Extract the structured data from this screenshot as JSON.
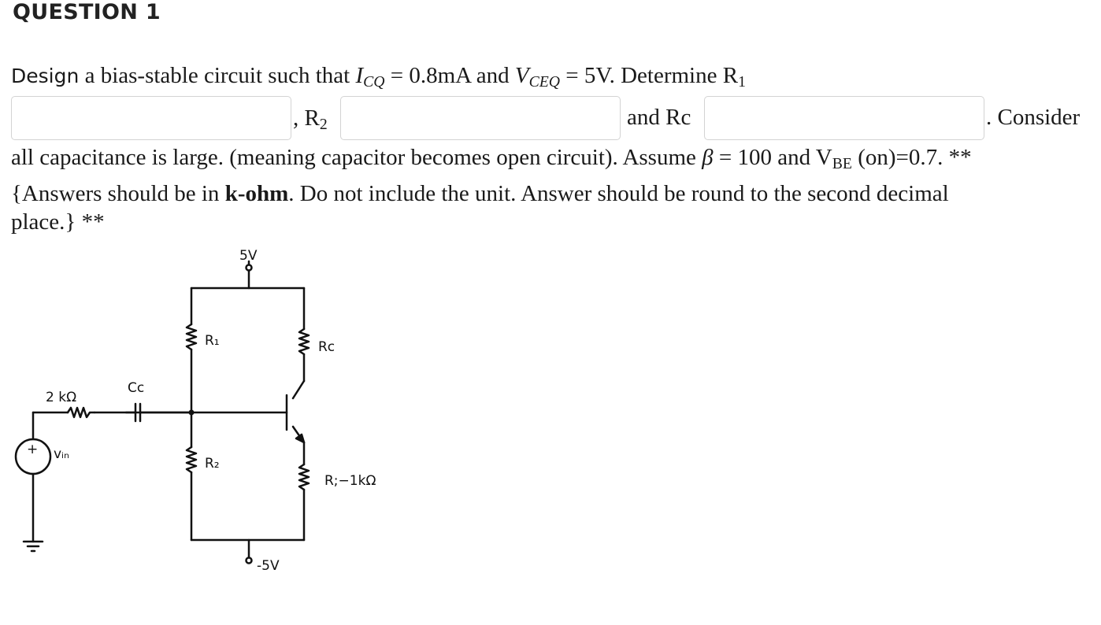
{
  "question": {
    "title": "QUESTION 1",
    "line1": {
      "lead": "Design",
      "text1": " a bias-stable circuit such that ",
      "icq_symbol": "I",
      "icq_sub": "CQ",
      "text2": " = 0.8mA and ",
      "vceq_symbol": "V",
      "vceq_sub": "CEQ",
      "text3": " = 5V. Determine R",
      "r1_sub": "1"
    },
    "line2": {
      "after_r1": ", R",
      "r2_sub": "2",
      "after_r2": "and Rc",
      "after_rc": ". Consider"
    },
    "line3": {
      "text1": "all capacitance is large. (meaning capacitor becomes open circuit). Assume ",
      "beta": "β",
      "text2": " = 100 and V",
      "vbe_sub": "BE",
      "text3": " (on)=0.7.  **"
    },
    "line4": {
      "text1": "{Answers should be in ",
      "bold": "k-ohm",
      "text2": ". Do not include the unit. Answer should be round to the second decimal"
    },
    "line5": "place.} **"
  },
  "answers": {
    "r1": {
      "value": "",
      "placeholder": ""
    },
    "r2": {
      "value": "",
      "placeholder": ""
    },
    "rc": {
      "value": "",
      "placeholder": ""
    }
  },
  "circuit": {
    "vcc_label": "5V",
    "vee_label": "-5V",
    "r1_label": "R₁",
    "r2_label": "R₂",
    "rc_label": "Rc",
    "re_label": "R;−1kΩ",
    "rs_label": "2 kΩ",
    "cc_label": "Cc",
    "vin_label": "vᵢₙ"
  }
}
